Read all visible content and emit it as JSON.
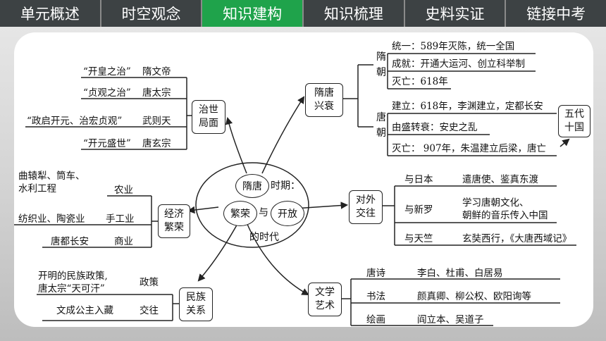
{
  "tabs": [
    {
      "label": "单元概述",
      "active": false
    },
    {
      "label": "时空观念",
      "active": false
    },
    {
      "label": "知识建构",
      "active": true
    },
    {
      "label": "知识梳理",
      "active": false
    },
    {
      "label": "史料实证",
      "active": false
    },
    {
      "label": "链接中考",
      "active": false
    }
  ],
  "colors": {
    "tab_bar": "#3d4244",
    "tab_active": "#1fa34b",
    "card": "#ffffff",
    "line": "#222222"
  },
  "center": {
    "sui_tang": "隋唐",
    "shiqi": "时期：",
    "fanrong": "繁荣",
    "yu": "与",
    "kaifang": "开放",
    "de_shidai": "的时代"
  },
  "zhishi": {
    "title_line1": "治世",
    "title_line2": "局面",
    "items": [
      {
        "quote": "“开皇之治”",
        "ruler": "隋文帝"
      },
      {
        "quote": "“贞观之治”",
        "ruler": "唐太宗"
      },
      {
        "quote": "“政启开元、治宏贞观”",
        "ruler": "武则天"
      },
      {
        "quote": "“开元盛世”",
        "ruler": "唐玄宗"
      }
    ]
  },
  "jingji": {
    "title_line1": "经济",
    "title_line2": "繁荣",
    "nongye_detail_1": "曲辕犁、筒车、",
    "nongye_detail_2": "水利工程",
    "nongye": "农业",
    "shougongye_detail": "纺织业、陶瓷业",
    "shougongye": "手工业",
    "shangye_detail": "唐都长安",
    "shangye": "商业"
  },
  "minzu": {
    "title_line1": "民族",
    "title_line2": "关系",
    "policy_detail_1": "开明的民族政策,",
    "policy_detail_2": "唐太宗“天可汗”",
    "policy": "政策",
    "marriage_detail": "文成公主入藏",
    "marriage": "交往"
  },
  "suitang": {
    "title_line1": "隋唐",
    "title_line2": "兴衰",
    "sui": "隋朝",
    "tang": "唐朝",
    "sui_items": [
      "统一：589年灭陈，统一全国",
      "成就：开通大运河、创立科举制",
      "灭亡：618年"
    ],
    "tang_items": [
      "建立：618年，李渊建立，定都长安",
      "由盛转衰：安史之乱",
      "灭亡：   907年，朱温建立后梁，唐亡"
    ],
    "wudai_line1": "五代",
    "wudai_line2": "十国"
  },
  "duiwai": {
    "title_line1": "对外",
    "title_line2": "交往",
    "items": [
      {
        "country": "与日本",
        "detail_1": "遣唐使、鉴真东渡",
        "detail_2": ""
      },
      {
        "country": "与新罗",
        "detail_1": "学习唐朝文化、",
        "detail_2": "朝鲜的音乐传入中国"
      },
      {
        "country": "与天竺",
        "detail_1": "玄奘西行，《大唐西域记》",
        "detail_2": ""
      }
    ]
  },
  "wenxue": {
    "title_line1": "文学",
    "title_line2": "艺术",
    "items": [
      {
        "field": "唐诗",
        "names": "李白、杜甫、白居易"
      },
      {
        "field": "书法",
        "names": "颜真卿、柳公权、欧阳询等"
      },
      {
        "field": "绘画",
        "names": "阎立本、吴道子"
      }
    ]
  }
}
